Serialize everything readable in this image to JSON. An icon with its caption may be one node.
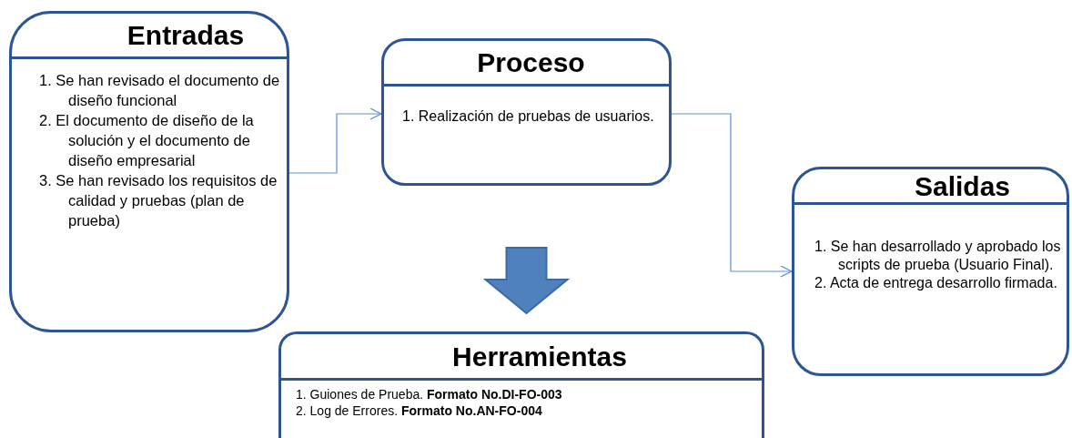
{
  "diagram": {
    "nodes": [
      {
        "text": [
          "Entradas",
          "1. Se han revisado el documento de diseño funcional",
          "2. El documento de diseño de la solución y el documento de diseño empresarial",
          "3. Se han revisado los requisitos de calidad y pruebas (plan de prueba)"
        ]
      },
      {
        "text": [
          "Proceso",
          "1. Realización de pruebas de usuarios."
        ]
      },
      {
        "text": [
          "Salidas",
          "1. Se han desarrollado y aprobado los scripts de prueba (Usuario Final).",
          "2. Acta de entrega desarrollo firmada."
        ]
      },
      {
        "text": [
          "Herramientas",
          "1. Guiones de Prueba. **Formato No.DI-FO-003**",
          "2. Log de Errores. **Formato No.AN-FO-004**"
        ]
      }
    ],
    "edges": [
      {
        "from": 0,
        "to": 1,
        "arrow": "to"
      },
      {
        "from": 1,
        "to": 2,
        "arrow": "to"
      },
      {
        "from": 1,
        "to": 3,
        "arrow": "to",
        "style": "thick",
        "color": "#4f81bd"
      }
    ]
  }
}
